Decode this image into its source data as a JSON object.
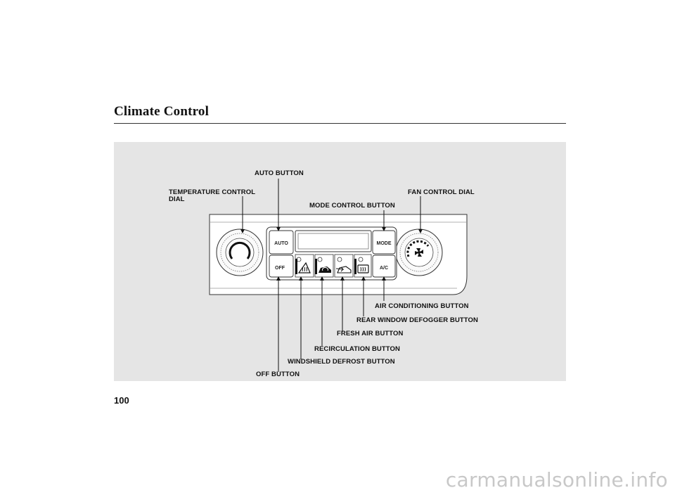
{
  "page": {
    "title": "Climate Control",
    "page_number": "100",
    "watermark": "carmanualsonline.info"
  },
  "figure": {
    "callouts": {
      "auto_button": "AUTO BUTTON",
      "temperature_dial_line1": "TEMPERATURE CONTROL",
      "temperature_dial_line2": "DIAL",
      "fan_dial": "FAN CONTROL DIAL",
      "mode_button": "MODE CONTROL BUTTON",
      "ac_button": "AIR CONDITIONING BUTTON",
      "rear_defogger_button": "REAR WINDOW DEFOGGER BUTTON",
      "fresh_air_button": "FRESH AIR BUTTON",
      "recirculation_button": "RECIRCULATION BUTTON",
      "windshield_defrost_button": "WINDSHIELD DEFROST BUTTON",
      "off_button": "OFF BUTTON"
    },
    "panel": {
      "auto": "AUTO",
      "off": "OFF",
      "mode": "MODE",
      "ac": "A/C"
    },
    "icons": [
      "windshield-defrost-icon",
      "recirculation-icon",
      "fresh-air-icon",
      "rear-defogger-icon"
    ]
  }
}
